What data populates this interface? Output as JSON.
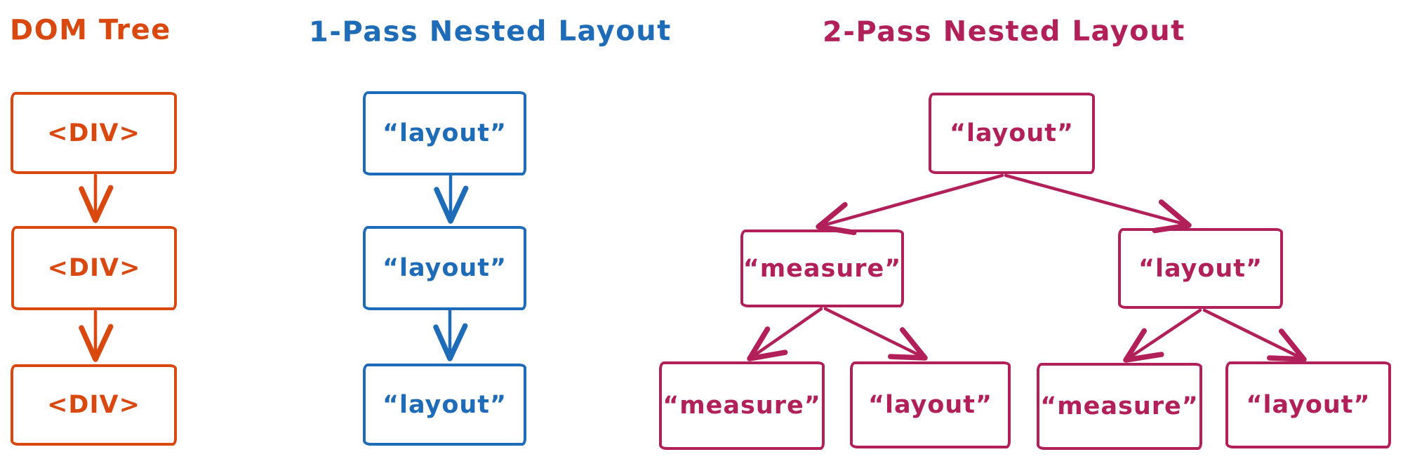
{
  "colors": {
    "dom": "#d9480f",
    "one": "#1e6bb8",
    "two": "#b12058"
  },
  "dom_tree": {
    "title": "DOM Tree",
    "nodes": [
      "<DIV>",
      "<DIV>",
      "<DIV>"
    ]
  },
  "one_pass": {
    "title": "1-Pass Nested Layout",
    "nodes": [
      "“layout”",
      "“layout”",
      "“layout”"
    ]
  },
  "two_pass": {
    "title": "2-Pass Nested Layout",
    "root": "“layout”",
    "children": [
      {
        "label": "“measure”",
        "children": [
          "“measure”",
          "“layout”"
        ]
      },
      {
        "label": "“layout”",
        "children": [
          "“measure”",
          "“layout”"
        ]
      }
    ]
  }
}
